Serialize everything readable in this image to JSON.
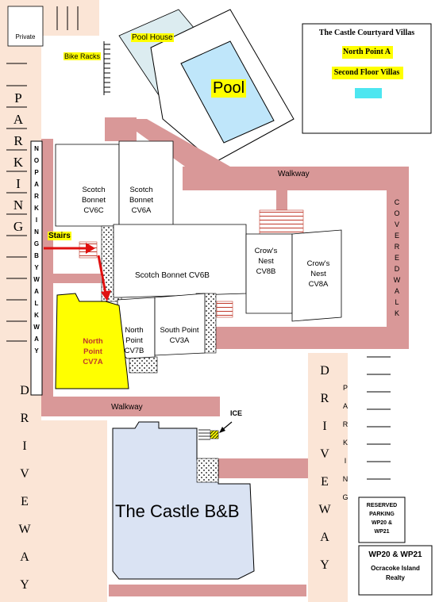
{
  "title_box": {
    "line1": "The Castle Courtyard Villas",
    "line2": "North Point A",
    "line3": "Second Floor Villas",
    "highlight_color": "#ffff00",
    "swatch_color": "#4de6f0"
  },
  "labels": {
    "private": "Private",
    "bike_racks": "Bike Racks",
    "pool_house": "Pool House",
    "pool": "Pool",
    "walkway_top": "Walkway",
    "walkway_bottom": "Walkway",
    "stairs": "Stairs",
    "ice": "ICE",
    "castle": "The Castle B&B"
  },
  "units": [
    {
      "id": "cv6c",
      "lines": [
        "Scotch",
        "Bonnet",
        "CV6C"
      ]
    },
    {
      "id": "cv6a",
      "lines": [
        "Scotch",
        "Bonnet",
        "CV6A"
      ]
    },
    {
      "id": "cv6b",
      "lines": [
        "Scotch Bonnet CV6B"
      ]
    },
    {
      "id": "cv8b",
      "lines": [
        "Crow's",
        "Nest",
        "CV8B"
      ]
    },
    {
      "id": "cv8a",
      "lines": [
        "Crow's",
        "Nest",
        "CV8A"
      ]
    },
    {
      "id": "cv7b",
      "lines": [
        "North",
        "Point",
        "CV7B"
      ]
    },
    {
      "id": "cv3a",
      "lines": [
        "South Point",
        "CV3A"
      ]
    },
    {
      "id": "cv7a",
      "lines": [
        "North",
        "Point",
        "CV7A"
      ]
    }
  ],
  "vertical_texts": {
    "parking_left": "PARKING",
    "no_parking_by_walkway": "NO PARKING BY WALKWAY",
    "driveway_left": "DRIVEWAY",
    "driveway_right": "DRIVEWAY",
    "parking_right": "PARKING",
    "covered_walk": "COVERED WALK"
  },
  "reserved": {
    "lines": [
      "RESERVED",
      "PARKING",
      "WP20 &",
      "WP21"
    ]
  },
  "realty": {
    "lines": [
      "WP20 & WP21",
      "Ocracoke Island",
      "Realty"
    ]
  },
  "colors": {
    "walkway": "#d99898",
    "driveway": "#fbe5d6",
    "highlight_unit": "#ffff00",
    "pool_water": "#bfe6fa",
    "pool_house": "#dcecf0",
    "castle_fill": "#dae3f3",
    "arrow": "#e01010"
  }
}
